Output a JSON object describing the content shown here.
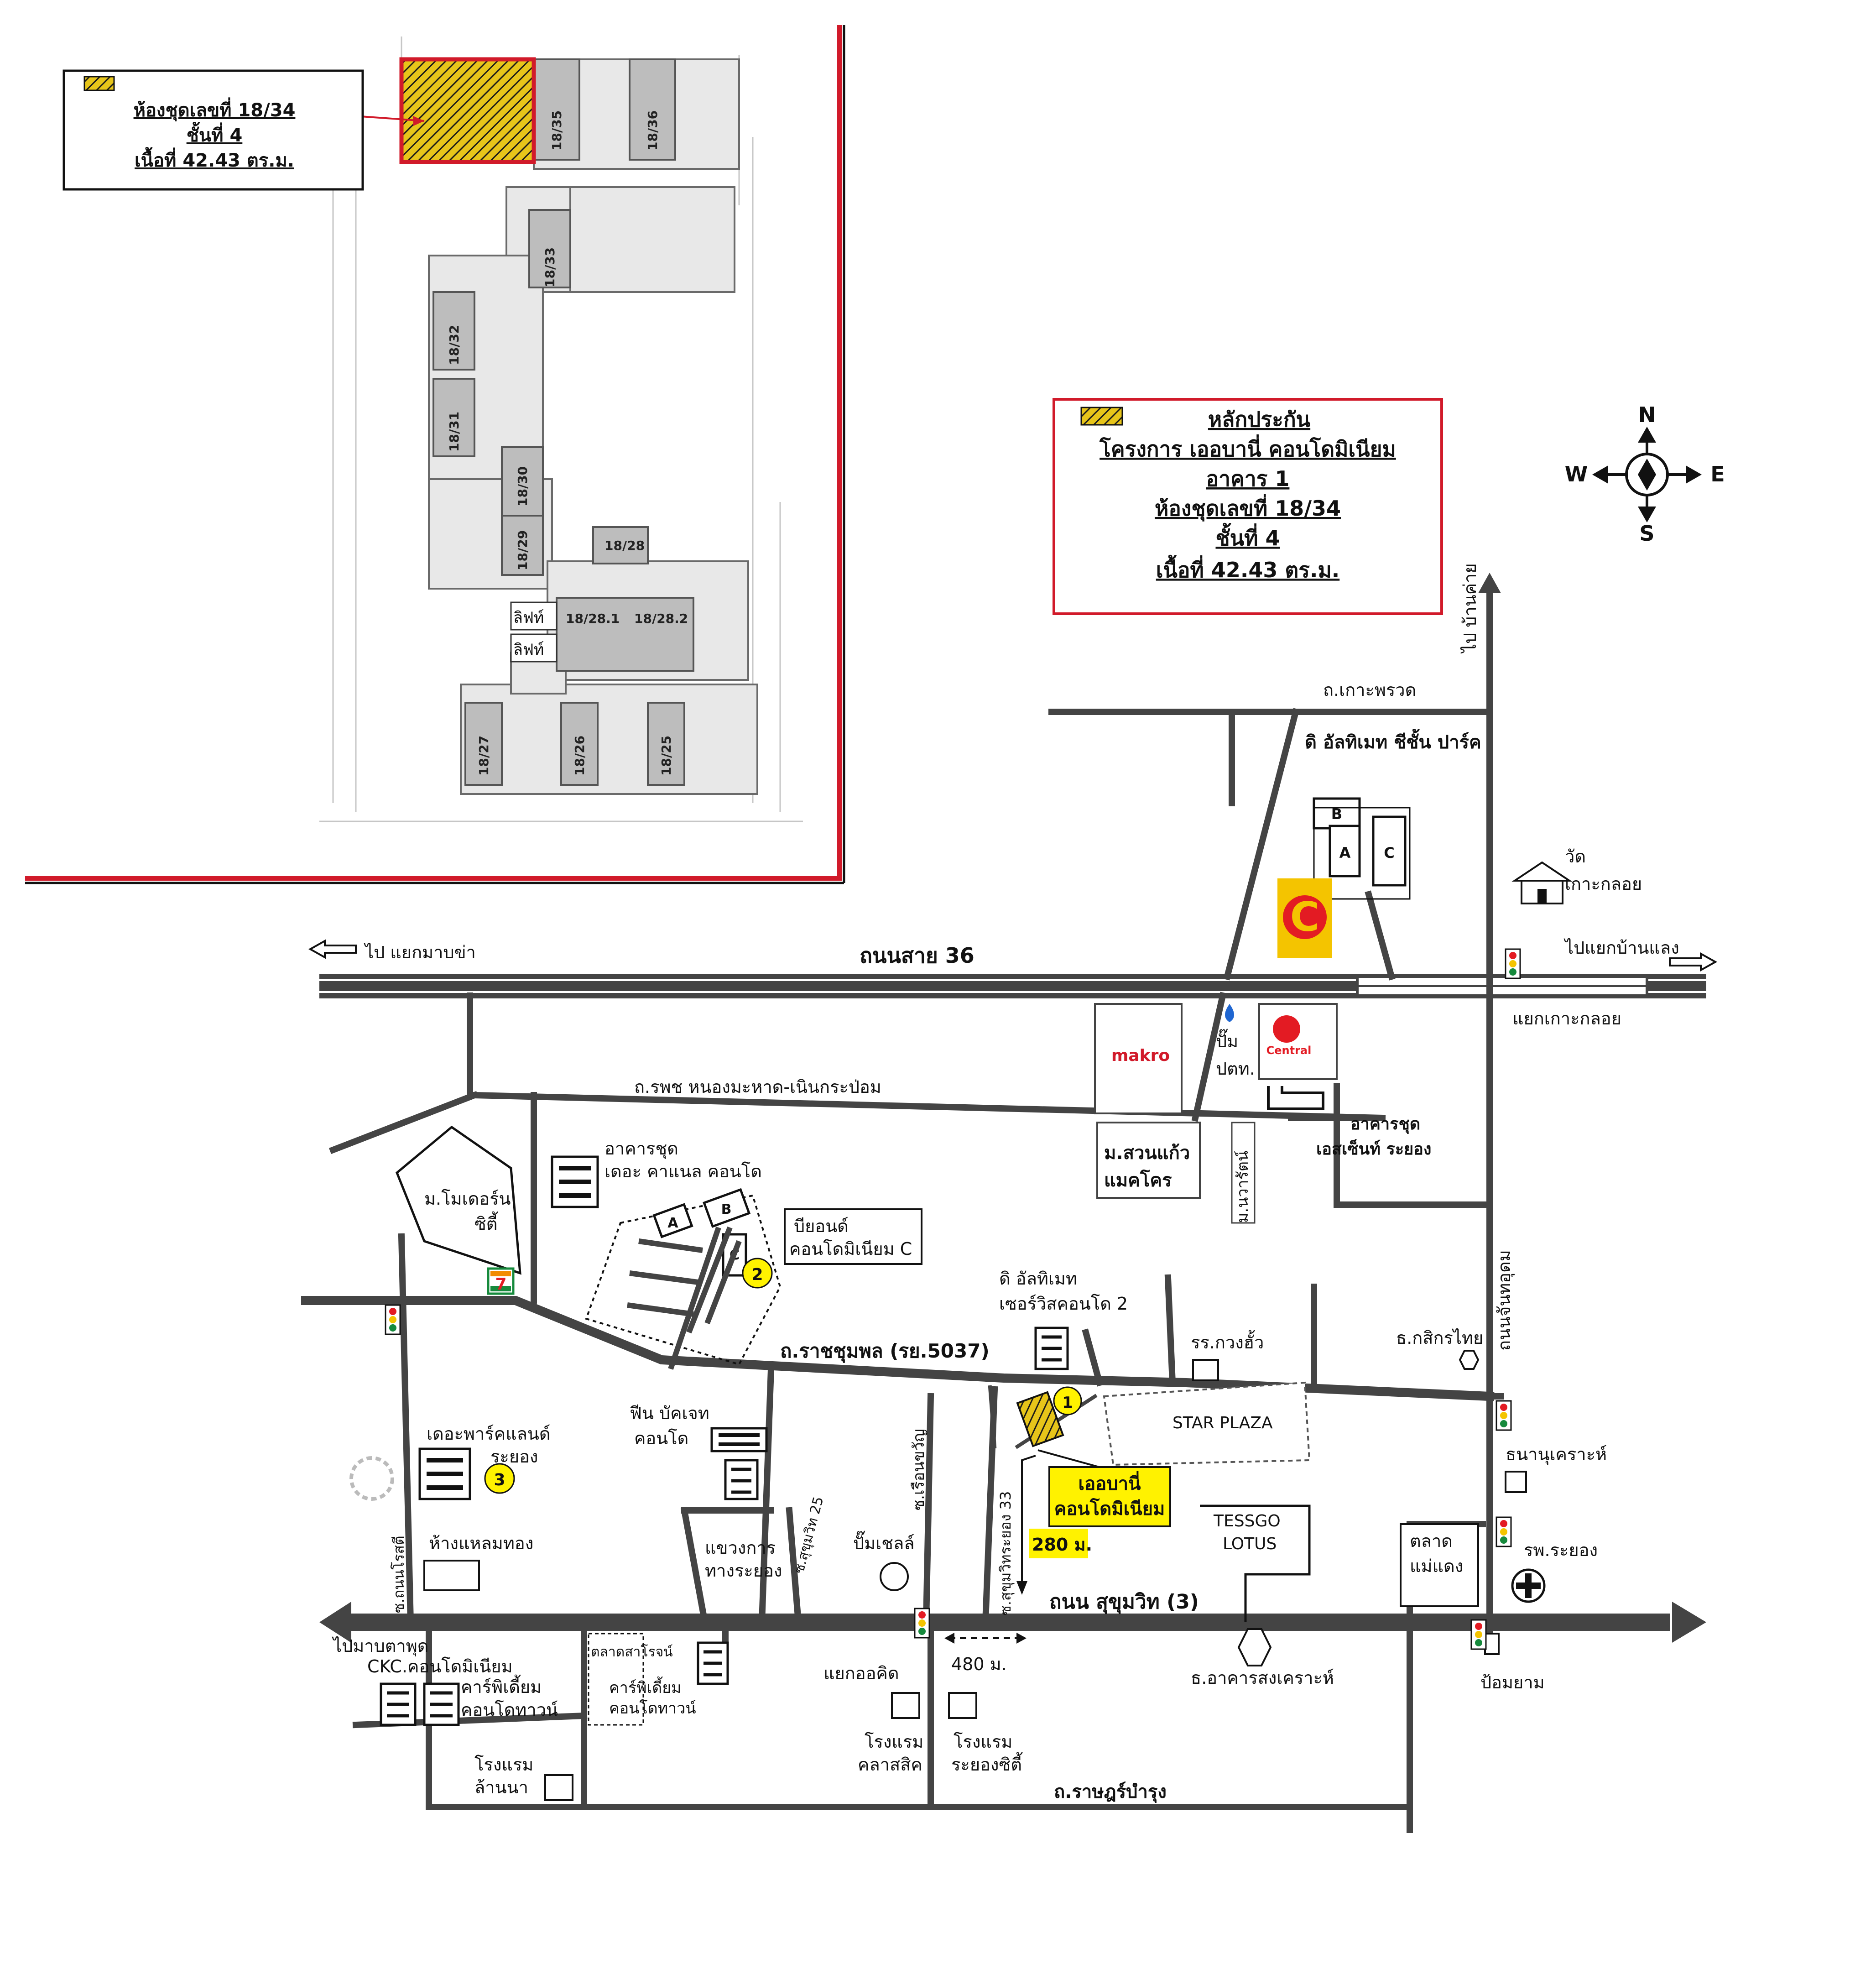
{
  "colors": {
    "accent_red": "#d11a2a",
    "collateral_yellow": "#e7c51a",
    "highlight_yellow": "#fff200",
    "road_gray": "#444444"
  },
  "floorplan": {
    "legend": {
      "unit": "ห้องชุดเลขที่ 18/34",
      "floor": "ชั้นที่ 4",
      "area": "เนื้อที่ 42.43 ตร.ม."
    },
    "units": [
      "18/35",
      "18/36",
      "18/33",
      "18/32",
      "18/31",
      "18/30",
      "18/29",
      "18/28",
      "18/28.1",
      "18/28.2",
      "18/27",
      "18/26",
      "18/25"
    ],
    "lift1": "ลิฟท์",
    "lift2": "ลิฟท์"
  },
  "legend_box": {
    "title": "หลักประกัน",
    "project": "โครงการ เออบานี่ คอนโดมิเนียม",
    "building": "อาคาร 1",
    "unit": "ห้องชุดเลขที่ 18/34",
    "floor": "ชั้นที่ 4",
    "area": "เนื้อที่ 42.43 ตร.ม."
  },
  "compass": {
    "n": "N",
    "s": "S",
    "e": "E",
    "w": "W"
  },
  "roads": {
    "sai36": "ถนนสาย 36",
    "to_map_kha": "ไป แยกมาบข่า",
    "to_ban_laeng": "ไปแยกบ้านแลง",
    "to_ban_khai": "ไป บ้านค่าย",
    "koh_phruat": "ถ.เกาะพรวด",
    "koh_kloi_junction": "แยกเกาะกลอย",
    "hospital_road": "ถ.รพช หนองมะหาด-เนินกระป่อม",
    "ratchumphon": "ถ.ราชชุมพล (รย.5037)",
    "chanthudom": "ถนนจันทอุดม",
    "ruean_khwan": "ซ.เรือนขวัญ",
    "sukhumvit33": "ซ.สุขุมวิทระยอง 33",
    "sukhumvit25": "ซ.สุขุมวิท 25",
    "sukhumvit": "ถนน สุขุมวิท (3)",
    "ratrumrung": "ถ.ราษฎร์บำรุง",
    "nonlohsati": "ซ.ถนนโรสตี",
    "to_map_ta_phut": "ไปมาบตาพุด",
    "ok_khit_junction": "แยกออคิด",
    "dist_480": "480 ม.",
    "dist_280": "280 ม."
  },
  "places": {
    "the_ultimate_chic": "ดิ อัลทิเมท ชีชั้น ปาร์ค",
    "bldg_a": "A",
    "bldg_b": "B",
    "bldg_c": "C",
    "wat_l1": "วัด",
    "wat_l2": "เกาะกลอย",
    "makro": "makro",
    "central": "Central",
    "ptt_l1": "ปั๊ม",
    "ptt_l2": "ปตท.",
    "suan_kaeo_l1": "ม.สวนแก้ว",
    "suan_kaeo_l2": "แมคโคร",
    "navarat": "ม.นวารัตน์",
    "ascent_l1": "อาคารชุด",
    "ascent_l2": "เอสเซ็นท์ ระยอง",
    "modern_city_l1": "ม.โมเดอร์น",
    "modern_city_l2": "ซิตี้",
    "canal_l1": "อาคารชุด",
    "canal_l2": "เดอะ คาแนล คอนโด",
    "beyond_l1": "บียอนด์",
    "beyond_l2": "คอนโดมิเนียม C",
    "ba": "A",
    "bb": "B",
    "bc": "C",
    "ultimate2_l1": "ดิ อัลทิเมท",
    "ultimate2_l2": "เซอร์วิสคอนโด 2",
    "kwang_hua": "รร.กวงฮั้ว",
    "kasikorn": "ธ.กสิกรไทย",
    "star_plaza": "STAR PLAZA",
    "parkland_l1": "เดอะพาร์คแลนด์",
    "parkland_l2": "ระยอง",
    "fin_l1": "ฟีน บัคเจท",
    "fin_l2": "คอนโด",
    "urbani_l1": "เออบานี่",
    "urbani_l2": "คอนโดมิเนียม",
    "tesco_l1": "TESSGO",
    "tesco_l2": "LOTUS",
    "thanu_l1": "ธนานุเคราะห์",
    "talad_l1": "ตลาด",
    "talad_l2": "แม่แดง",
    "hospital": "รพ.ระยอง",
    "laem_thong": "ห้างแหลมทอง",
    "highways_l1": "แขวงการ",
    "highways_l2": "ทางระยอง",
    "shell": "ปั๊มเชลล์",
    "ckc": "CKC.คอนโดมิเนียม",
    "carpediem_l1": "คาร์พิเดี้ยม",
    "carpediem_l2": "คอนโดทาวน์",
    "sarot_market": "ตลาดสาโรจน์",
    "carpediem2_l1": "คาร์พิเดี้ยม",
    "carpediem2_l2": "คอนโดทาวน์",
    "songkhro_bank": "ธ.อาคารสงเคราะห์",
    "police": "ป้อมยาม",
    "classic_l1": "โรงแรม",
    "classic_l2": "คลาสสิค",
    "rayong_city_l1": "โรงแรม",
    "rayong_city_l2": "ระยองซิตี้",
    "lanna_l1": "โรงแรม",
    "lanna_l2": "ล้านนา",
    "n1": "1",
    "n2": "2",
    "n3": "3",
    "big_c": "C",
    "seven_eleven": "7"
  }
}
